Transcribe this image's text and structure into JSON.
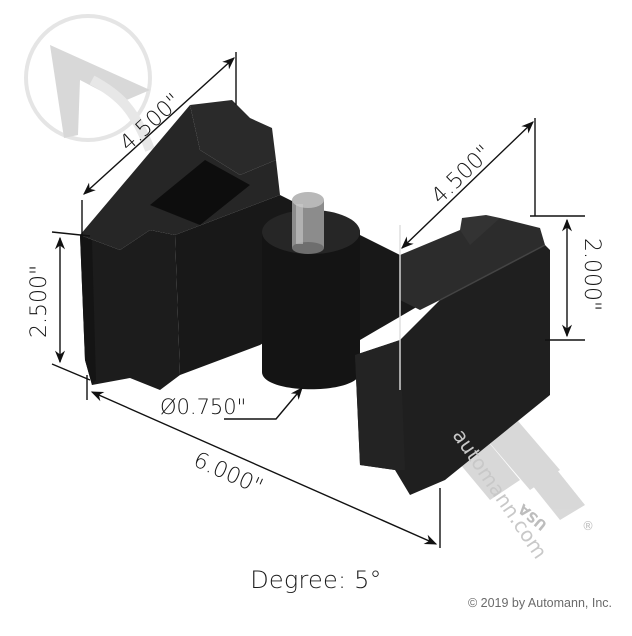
{
  "product": {
    "name": "Equalizer / torque rod part (H-shaped block with pin)",
    "color": "#1e1e1e",
    "pin_color": "#9a9a9a"
  },
  "dimensions": {
    "top_left_length": "4.500\"",
    "top_right_length": "4.500\"",
    "right_height": "2.000\"",
    "left_height": "2.500\"",
    "pin_diameter": "Ø0.750\"",
    "overall_length": "6.000\""
  },
  "caption": "Degree: 5°",
  "watermark": {
    "brand": "AUTOMANN",
    "suffix": "USA",
    "url": "automann.com",
    "registered": "®",
    "color": "#cfcfcf"
  },
  "copyright": "© 2019 by Automann, Inc."
}
